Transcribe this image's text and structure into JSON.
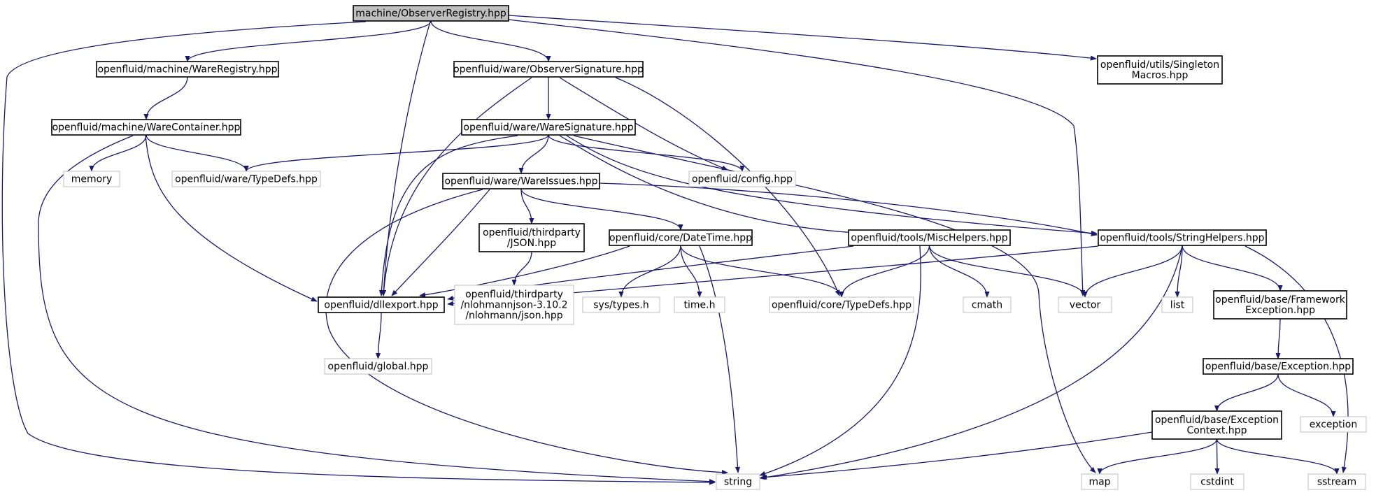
{
  "graph": {
    "nodes": [
      {
        "id": "root",
        "lines": [
          "machine/ObserverRegistry.hpp"
        ],
        "kind": "root"
      },
      {
        "id": "wareregistry",
        "lines": [
          "openfluid/machine/WareRegistry.hpp"
        ],
        "kind": "documented"
      },
      {
        "id": "observersignature",
        "lines": [
          "openfluid/ware/ObserverSignature.hpp"
        ],
        "kind": "documented"
      },
      {
        "id": "singleton",
        "lines": [
          "openfluid/utils/Singleton",
          "Macros.hpp"
        ],
        "kind": "documented"
      },
      {
        "id": "warecontainer",
        "lines": [
          "openfluid/machine/WareContainer.hpp"
        ],
        "kind": "documented"
      },
      {
        "id": "waresignature",
        "lines": [
          "openfluid/ware/WareSignature.hpp"
        ],
        "kind": "documented"
      },
      {
        "id": "memory",
        "lines": [
          "memory"
        ],
        "kind": "external"
      },
      {
        "id": "waretypedefs",
        "lines": [
          "openfluid/ware/TypeDefs.hpp"
        ],
        "kind": "external"
      },
      {
        "id": "config",
        "lines": [
          "openfluid/config.hpp"
        ],
        "kind": "external"
      },
      {
        "id": "wareissues",
        "lines": [
          "openfluid/ware/WareIssues.hpp"
        ],
        "kind": "documented"
      },
      {
        "id": "json",
        "lines": [
          "openfluid/thirdparty",
          "/JSON.hpp"
        ],
        "kind": "documented"
      },
      {
        "id": "datetime",
        "lines": [
          "openfluid/core/DateTime.hpp"
        ],
        "kind": "documented"
      },
      {
        "id": "mischelpers",
        "lines": [
          "openfluid/tools/MiscHelpers.hpp"
        ],
        "kind": "documented"
      },
      {
        "id": "stringhelpers",
        "lines": [
          "openfluid/tools/StringHelpers.hpp"
        ],
        "kind": "documented"
      },
      {
        "id": "dllexport",
        "lines": [
          "openfluid/dllexport.hpp"
        ],
        "kind": "documented"
      },
      {
        "id": "nlohmann",
        "lines": [
          "openfluid/thirdparty",
          "/nlohmannjson-3.10.2",
          "/nlohmann/json.hpp"
        ],
        "kind": "external"
      },
      {
        "id": "systypes",
        "lines": [
          "sys/types.h"
        ],
        "kind": "external"
      },
      {
        "id": "timeh",
        "lines": [
          "time.h"
        ],
        "kind": "external"
      },
      {
        "id": "coretypedefs",
        "lines": [
          "openfluid/core/TypeDefs.hpp"
        ],
        "kind": "external"
      },
      {
        "id": "cmath",
        "lines": [
          "cmath"
        ],
        "kind": "external"
      },
      {
        "id": "vector",
        "lines": [
          "vector"
        ],
        "kind": "external"
      },
      {
        "id": "list",
        "lines": [
          "list"
        ],
        "kind": "external"
      },
      {
        "id": "frameworkexc",
        "lines": [
          "openfluid/base/Framework",
          "Exception.hpp"
        ],
        "kind": "documented"
      },
      {
        "id": "global",
        "lines": [
          "openfluid/global.hpp"
        ],
        "kind": "external"
      },
      {
        "id": "exception_hpp",
        "lines": [
          "openfluid/base/Exception.hpp"
        ],
        "kind": "documented"
      },
      {
        "id": "exccontext",
        "lines": [
          "openfluid/base/Exception",
          "Context.hpp"
        ],
        "kind": "documented"
      },
      {
        "id": "exception",
        "lines": [
          "exception"
        ],
        "kind": "external"
      },
      {
        "id": "string",
        "lines": [
          "string"
        ],
        "kind": "external"
      },
      {
        "id": "map",
        "lines": [
          "map"
        ],
        "kind": "external"
      },
      {
        "id": "cstdint",
        "lines": [
          "cstdint"
        ],
        "kind": "external"
      },
      {
        "id": "sstream",
        "lines": [
          "sstream"
        ],
        "kind": "external"
      }
    ],
    "edges": [
      [
        "root",
        "wareregistry"
      ],
      [
        "root",
        "observersignature"
      ],
      [
        "root",
        "singleton"
      ],
      [
        "root",
        "string"
      ],
      [
        "root",
        "dllexport"
      ],
      [
        "root",
        "vector"
      ],
      [
        "wareregistry",
        "warecontainer"
      ],
      [
        "warecontainer",
        "memory"
      ],
      [
        "warecontainer",
        "waretypedefs"
      ],
      [
        "warecontainer",
        "dllexport"
      ],
      [
        "warecontainer",
        "string"
      ],
      [
        "observersignature",
        "waresignature"
      ],
      [
        "observersignature",
        "config"
      ],
      [
        "observersignature",
        "dllexport"
      ],
      [
        "observersignature",
        "coretypedefs"
      ],
      [
        "waresignature",
        "waretypedefs"
      ],
      [
        "waresignature",
        "config"
      ],
      [
        "waresignature",
        "wareissues"
      ],
      [
        "waresignature",
        "dllexport"
      ],
      [
        "waresignature",
        "mischelpers"
      ],
      [
        "waresignature",
        "stringhelpers"
      ],
      [
        "waresignature",
        "map"
      ],
      [
        "wareissues",
        "json"
      ],
      [
        "wareissues",
        "datetime"
      ],
      [
        "wareissues",
        "dllexport"
      ],
      [
        "wareissues",
        "string"
      ],
      [
        "wareissues",
        "stringhelpers"
      ],
      [
        "json",
        "nlohmann"
      ],
      [
        "datetime",
        "dllexport"
      ],
      [
        "datetime",
        "systypes"
      ],
      [
        "datetime",
        "timeh"
      ],
      [
        "datetime",
        "string"
      ],
      [
        "datetime",
        "coretypedefs"
      ],
      [
        "mischelpers",
        "dllexport"
      ],
      [
        "mischelpers",
        "coretypedefs"
      ],
      [
        "mischelpers",
        "cmath"
      ],
      [
        "mischelpers",
        "vector"
      ],
      [
        "mischelpers",
        "string"
      ],
      [
        "stringhelpers",
        "dllexport"
      ],
      [
        "stringhelpers",
        "vector"
      ],
      [
        "stringhelpers",
        "list"
      ],
      [
        "stringhelpers",
        "frameworkexc"
      ],
      [
        "stringhelpers",
        "string"
      ],
      [
        "stringhelpers",
        "sstream"
      ],
      [
        "dllexport",
        "global"
      ],
      [
        "frameworkexc",
        "exception_hpp"
      ],
      [
        "exception_hpp",
        "exccontext"
      ],
      [
        "exception_hpp",
        "exception"
      ],
      [
        "exccontext",
        "string"
      ],
      [
        "exccontext",
        "map"
      ],
      [
        "exccontext",
        "cstdint"
      ],
      [
        "exccontext",
        "sstream"
      ]
    ]
  },
  "colors": {
    "edge": "#191970",
    "documented_border": "#000000",
    "external_border": "#bfbfbf",
    "root_fill": "#bfbfbf",
    "text": "#000000",
    "background": "#ffffff"
  }
}
